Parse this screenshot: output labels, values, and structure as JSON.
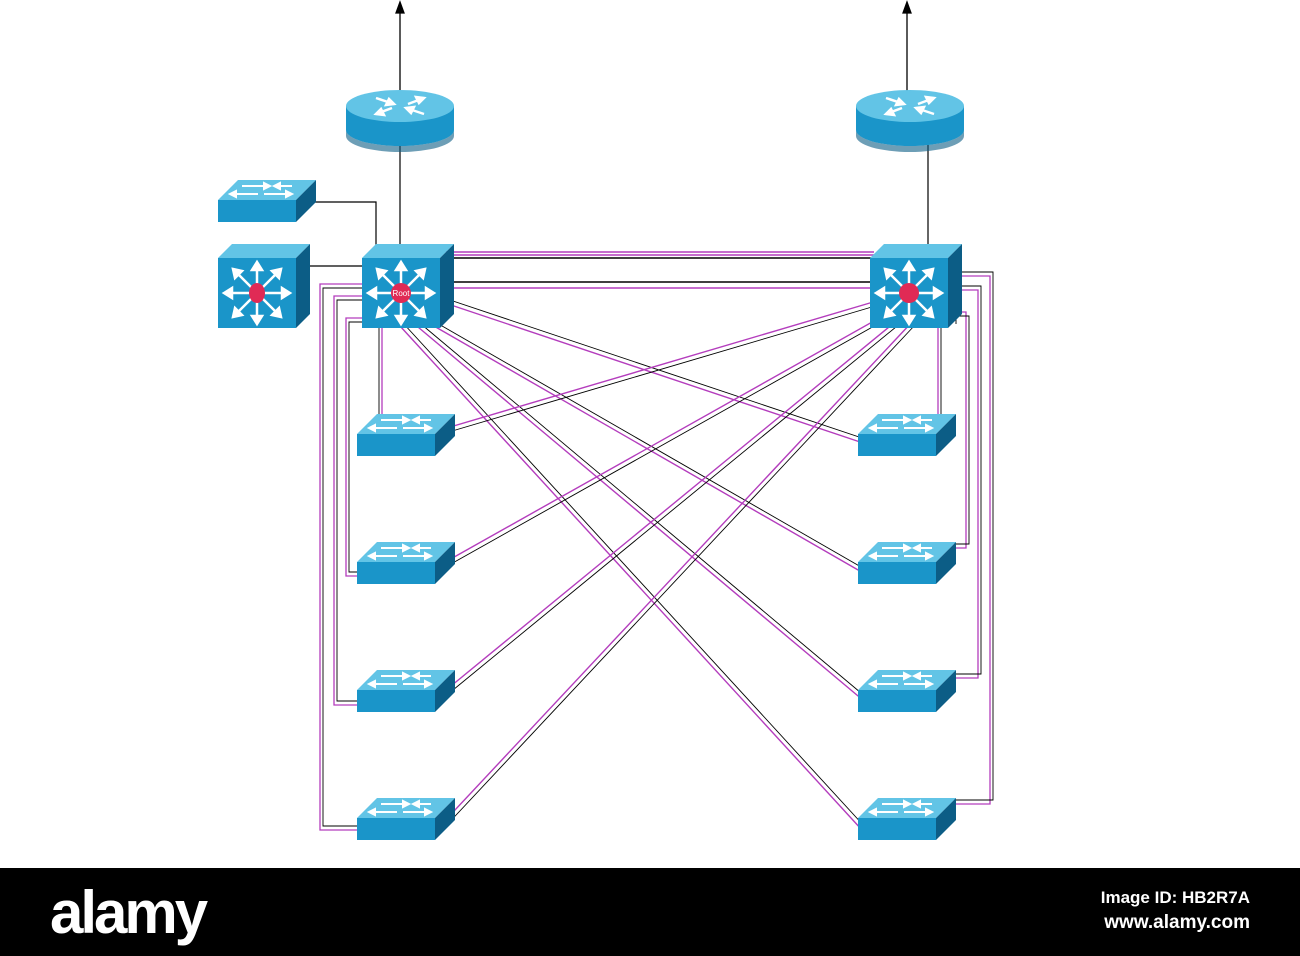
{
  "diagram": {
    "root_switch_label": "Root",
    "colors": {
      "device_top": "#62c4e6",
      "device_front": "#1a95c9",
      "device_side": "#0c5d86",
      "trunk_link": "#b43dbd",
      "plain_link": "#000000",
      "marker": "#e02a55"
    },
    "devices": {
      "router_left": "router-icon",
      "router_right": "router-icon",
      "core_left": "multilayer-switch-icon",
      "core_right": "multilayer-switch-icon",
      "aux_multilayer": "multilayer-switch-icon",
      "aux_switch": "workgroup-switch-icon",
      "access_switches": "workgroup-switch-icon"
    }
  },
  "footer": {
    "brand": "alamy",
    "image_id": "Image ID: HB2R7A",
    "site": "www.alamy.com"
  }
}
